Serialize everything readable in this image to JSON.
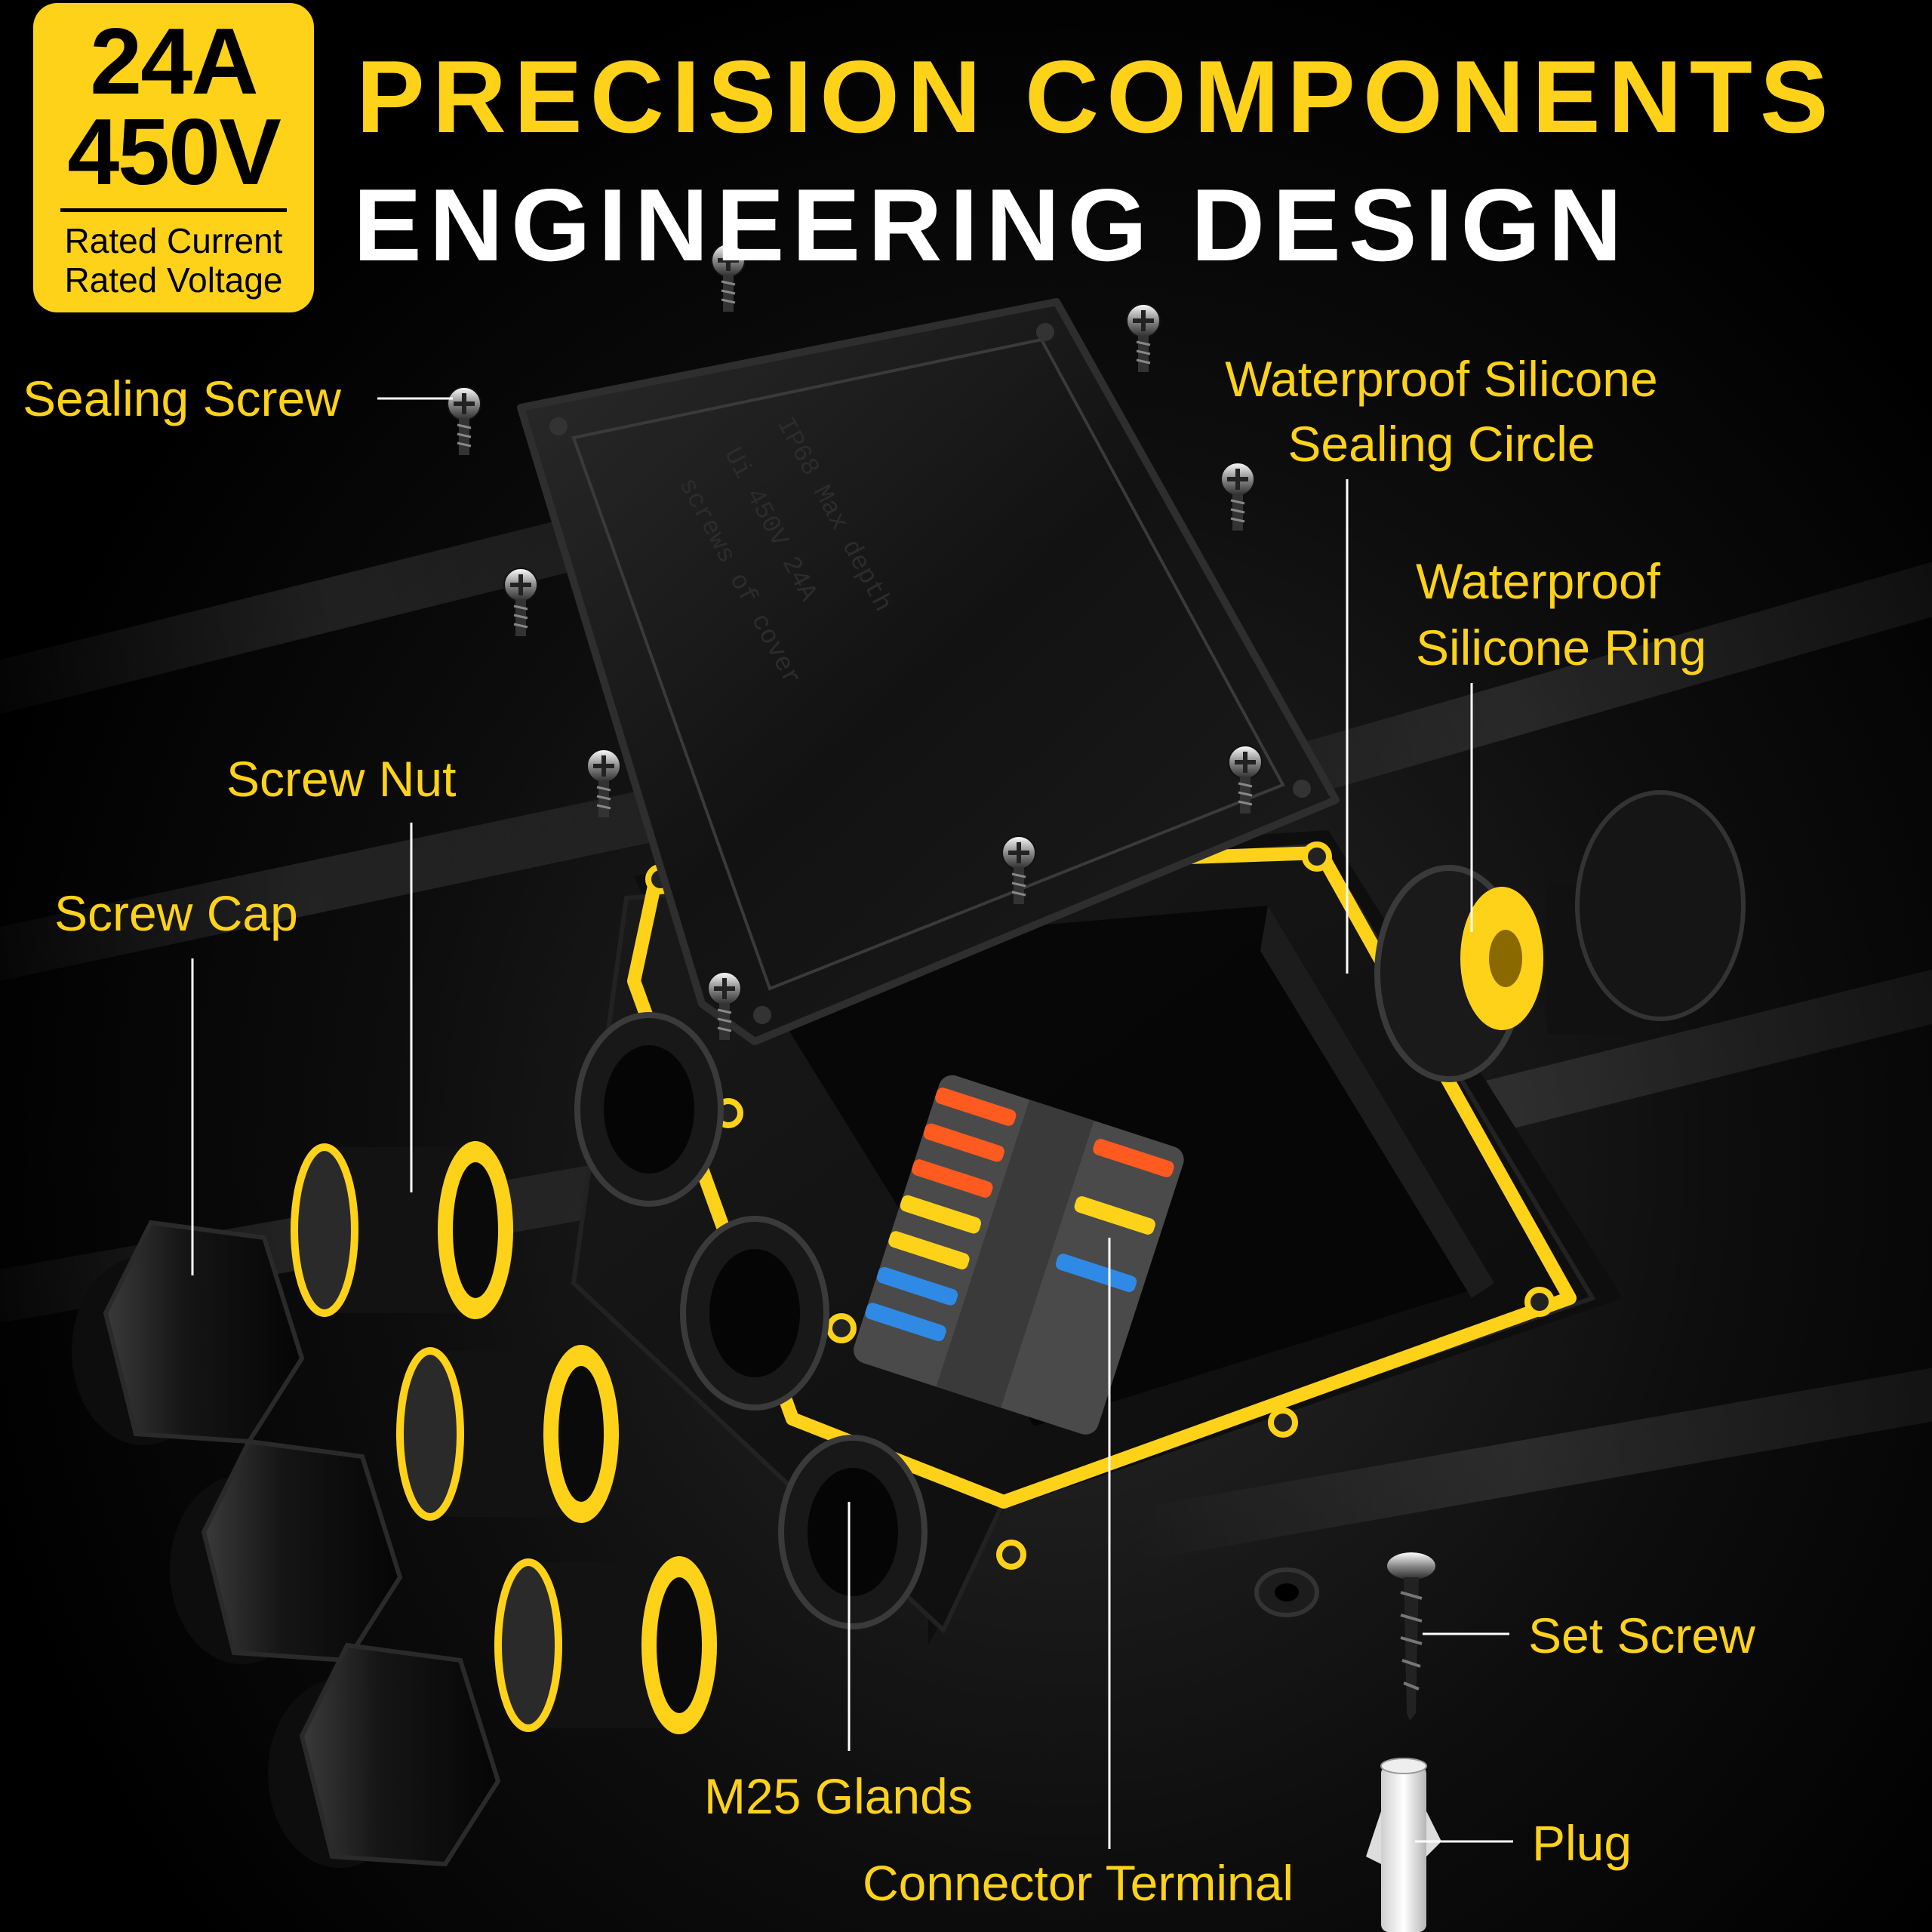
{
  "badge": {
    "current": "24A",
    "voltage": "450V",
    "current_caption": "Rated Current",
    "voltage_caption": "Rated Voltage"
  },
  "headline": {
    "line1": "PRECISION COMPONENTS",
    "line2": "ENGINEERING DESIGN"
  },
  "labels": {
    "sealing_screw": "Sealing Screw",
    "waterproof_circle_1": "Waterproof Silicone",
    "waterproof_circle_2": "Sealing Circle",
    "waterproof_ring_1": "Waterproof",
    "waterproof_ring_2": "Silicone Ring",
    "screw_nut": "Screw Nut",
    "screw_cap": "Screw Cap",
    "set_screw": "Set Screw",
    "m25_glands": "M25 Glands",
    "plug": "Plug",
    "connector_terminal": "Connector Terminal"
  },
  "colors": {
    "accent": "#ffd21a",
    "background": "#000000",
    "housing": "#151515",
    "terminal_orange": "#ff5a1f",
    "terminal_yellow": "#ffd21a",
    "terminal_blue": "#2f8ae6"
  }
}
